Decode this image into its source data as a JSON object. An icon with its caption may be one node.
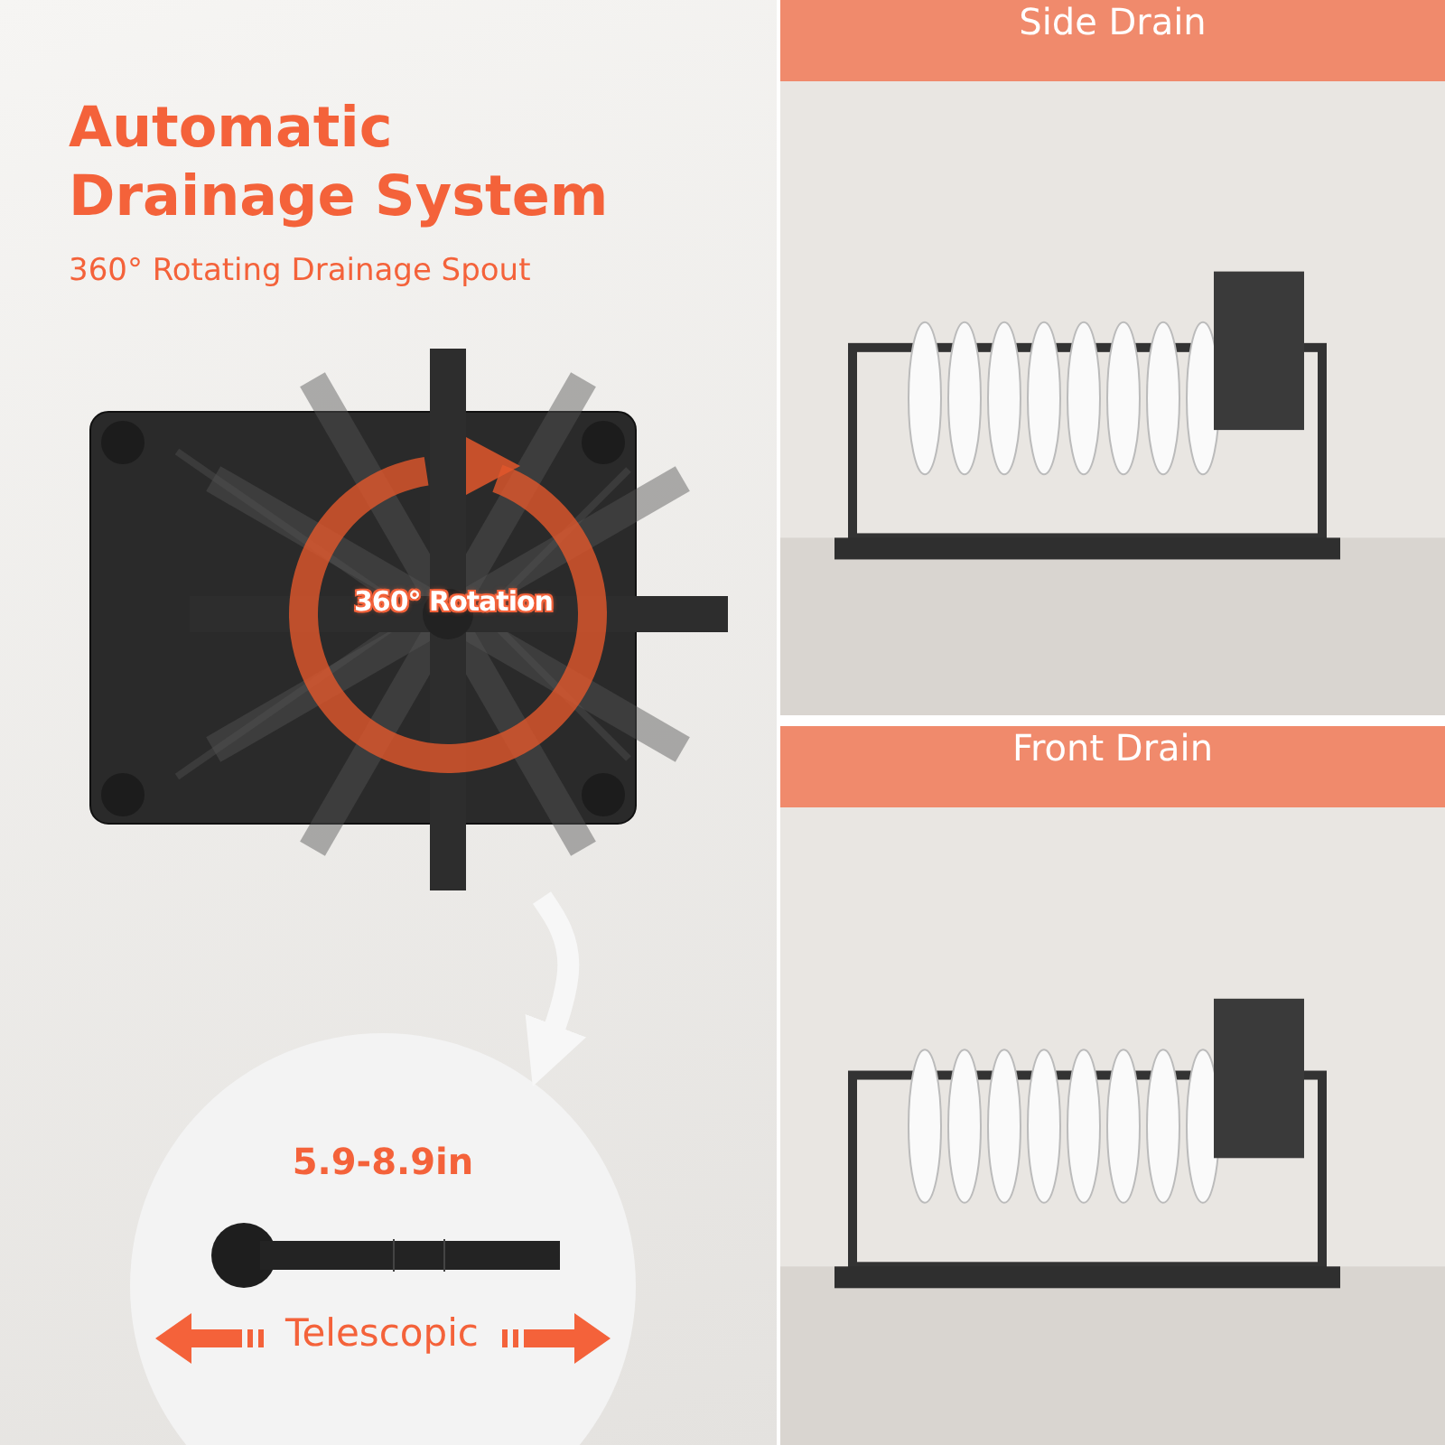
{
  "diagram": {
    "title": "Automatic Drainage System",
    "nodes": [
      {
        "text": [
          "360° Rotation"
        ]
      },
      {
        "text": [
          "5.9-8.9in",
          "Telescopic"
        ]
      },
      {
        "text": [
          "Side Drain"
        ]
      },
      {
        "text": [
          "Front Drain"
        ]
      }
    ],
    "edges": [
      {
        "from": 0,
        "to": 1,
        "arrow": "to"
      }
    ],
    "labels": [
      "360° Rotating Drainage Spout"
    ]
  }
}
